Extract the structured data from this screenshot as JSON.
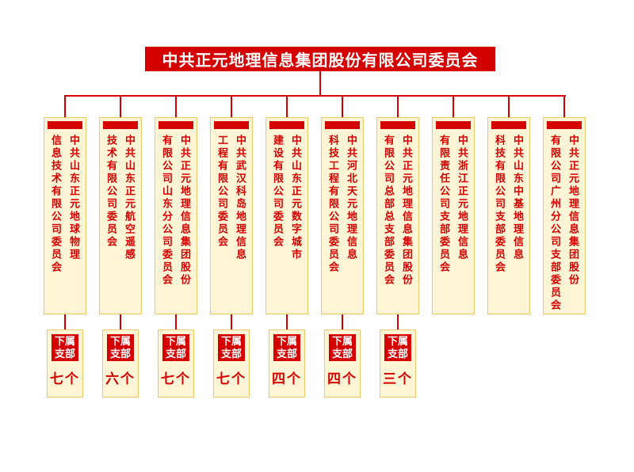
{
  "title": "中共正元地理信息集团股份有限公司委员会",
  "colors": {
    "accent_red": "#d40000",
    "box_cream": "#fdf5d6",
    "box_border": "#ecc869",
    "banner_text": "#ffffff"
  },
  "branches": [
    {
      "name": "中共山东正元地球物理\n信息技术有限公司委员会"
    },
    {
      "name": "中共山东正元航空遥感\n技术有限公司委员会"
    },
    {
      "name": "中共正元地理信息集团股份\n有限公司山东分公司委员会"
    },
    {
      "name": "中共武汉科岛地理信息\n工程有限公司委员会"
    },
    {
      "name": "中共山东正元数字城市\n建设有限公司委员会"
    },
    {
      "name": "中共河北天元地理信息\n科技工程有限公司委员会"
    },
    {
      "name": "中共正元地理信息集团股份\n有限公司总部总支部委员会"
    },
    {
      "name": "中共浙江正元地理信息\n有限责任公司支部委员会"
    },
    {
      "name": "中共山东中基地理信息\n科技有限公司支部委员会"
    },
    {
      "name": "中共正元地理信息集团股份\n有限公司广州分公司支部委员会"
    }
  ],
  "sub_branches": [
    {
      "label": "下属\n支部",
      "count": "七个"
    },
    {
      "label": "下属\n支部",
      "count": "六个"
    },
    {
      "label": "下属\n支部",
      "count": "七个"
    },
    {
      "label": "下属\n支部",
      "count": "七个"
    },
    {
      "label": "下属\n支部",
      "count": "四个"
    },
    {
      "label": "下属\n支部",
      "count": "四个"
    },
    {
      "label": "下属\n支部",
      "count": "三个"
    }
  ]
}
